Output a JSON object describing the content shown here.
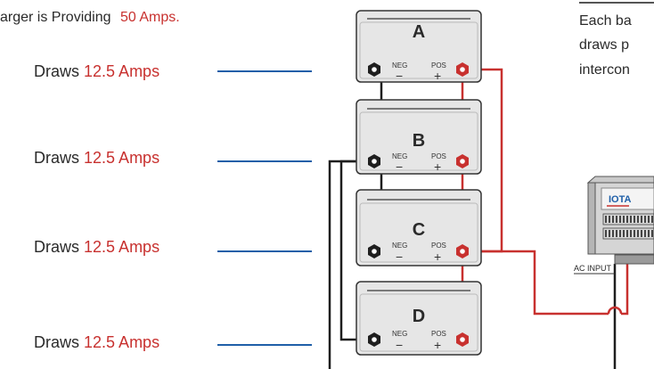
{
  "header": {
    "prefix": "arger is Providing",
    "amps": "50 Amps."
  },
  "side_note": {
    "lines": [
      "Each ba",
      "draws p",
      "intercon"
    ]
  },
  "rows": [
    {
      "label": "Draws",
      "amps": "12.5 Amps"
    },
    {
      "label": "Draws",
      "amps": "12.5 Amps"
    },
    {
      "label": "Draws",
      "amps": "12.5 Amps"
    },
    {
      "label": "Draws",
      "amps": "12.5 Amps"
    }
  ],
  "batteries": [
    {
      "letter": "A",
      "neg": "NEG",
      "pos": "POS",
      "minus": "−",
      "plus": "+"
    },
    {
      "letter": "B",
      "neg": "NEG",
      "pos": "POS",
      "minus": "−",
      "plus": "+"
    },
    {
      "letter": "C",
      "neg": "NEG",
      "pos": "POS",
      "minus": "−",
      "plus": "+"
    },
    {
      "letter": "D",
      "neg": "NEG",
      "pos": "POS",
      "minus": "−",
      "plus": "+"
    }
  ],
  "charger": {
    "brand": "IOTA",
    "ac_input": "AC INPUT"
  },
  "colors": {
    "accent_red": "#c8312f",
    "wire_red": "#c8312f",
    "wire_black": "#1e1e1e",
    "leader_blue": "#1f5fa8",
    "battery_body": "#e6e6e6",
    "battery_outline": "#333333"
  }
}
